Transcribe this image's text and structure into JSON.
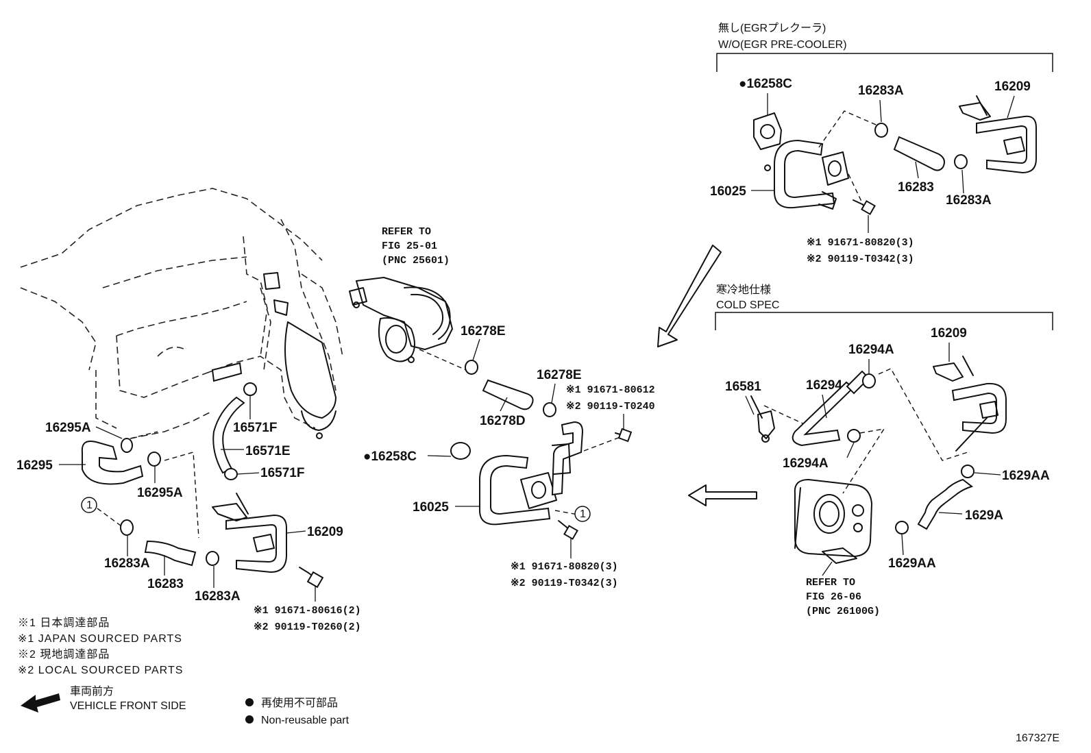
{
  "sections": {
    "wo_egr_precooler": {
      "jp": "無し(EGRプレクーラ)",
      "en": "W/O(EGR PRE-COOLER)"
    },
    "cold_spec": {
      "jp": "寒冷地仕様",
      "en": "COLD SPEC"
    }
  },
  "refs": {
    "ref1": {
      "line1": "REFER TO",
      "line2": "FIG 25-01",
      "line3": "(PNC 25601)"
    },
    "ref2": {
      "line1": "REFER TO",
      "line2": "FIG 26-06",
      "line3": "(PNC 26100G)"
    }
  },
  "parts": {
    "p16258c_top": "●16258C",
    "p16283a_top1": "16283A",
    "p16209_top": "16209",
    "p16025_top": "16025",
    "p16283_top": "16283",
    "p16283a_top2": "16283A",
    "bolt_top_1": "※1 91671-80820(3)",
    "bolt_top_2": "※2 90119-T0342(3)",
    "p16278e_1": "16278E",
    "p16278e_2": "16278E",
    "p16278d": "16278D",
    "bolt_mid_top_1": "※1 91671-80612",
    "bolt_mid_top_2": "※2 90119-T0240",
    "p16258c_mid": "●16258C",
    "p16025_mid": "16025",
    "bolt_mid_1": "※1 91671-80820(3)",
    "bolt_mid_2": "※2 90119-T0342(3)",
    "p16295a_1": "16295A",
    "p16295": "16295",
    "p16295a_2": "16295A",
    "p16571f_1": "16571F",
    "p16571e": "16571E",
    "p16571f_2": "16571F",
    "p16209_left": "16209",
    "p16283a_l1": "16283A",
    "p16283_l": "16283",
    "p16283a_l2": "16283A",
    "bolt_left_1": "※1 91671-80616(2)",
    "bolt_left_2": "※2 90119-T0260(2)",
    "p16209_cold": "16209",
    "p16294a_1": "16294A",
    "p16294": "16294",
    "p16581": "16581",
    "p16294a_2": "16294A",
    "p1629aa_1": "1629AA",
    "p1629a": "1629A",
    "p1629aa_2": "1629AA",
    "circle_ref": "1"
  },
  "legend": {
    "l1": "※1 日本調達部品",
    "l2": "※1 JAPAN SOURCED PARTS",
    "l3": "※2 現地調達部品",
    "l4": "※2 LOCAL SOURCED PARTS",
    "front_jp": "車両前方",
    "front_en": "VEHICLE FRONT SIDE",
    "nr_jp": "再使用不可部品",
    "nr_en": "Non-reusable part"
  },
  "figure_id": "167327E"
}
